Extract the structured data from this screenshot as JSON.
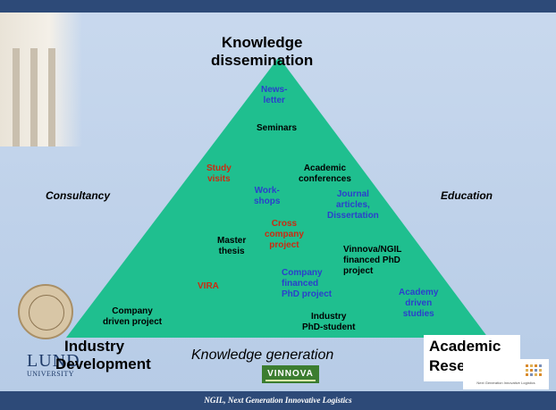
{
  "title": {
    "line1": "Knowledge",
    "line2": "dissemination"
  },
  "side_labels": {
    "left": "Consultancy",
    "right": "Education"
  },
  "corners": {
    "bottom_left": {
      "line1": "Industry",
      "line2": "Development"
    },
    "bottom_right": {
      "line1": "Academic",
      "line2": "Research"
    }
  },
  "bottom_caption": "Knowledge generation",
  "items": {
    "newsletter": {
      "line1": "News-",
      "line2": "letter"
    },
    "seminars": "Seminars",
    "study_visits": {
      "line1": "Study",
      "line2": "visits"
    },
    "academic_conferences": {
      "line1": "Academic",
      "line2": "conferences"
    },
    "workshops": {
      "line1": "Work-",
      "line2": "shops"
    },
    "journal": {
      "line1": "Journal",
      "line2": "articles,",
      "line3": "Dissertation"
    },
    "cross_company": {
      "line1": "Cross",
      "line2": "company",
      "line3": "project"
    },
    "master_thesis": {
      "line1": "Master",
      "line2": "thesis"
    },
    "vinnova_phd": {
      "line1": "Vinnova/NGIL",
      "line2": "financed  PhD",
      "line3": "project"
    },
    "vira": "VIRA",
    "company_financed": {
      "line1": "Company",
      "line2": "financed",
      "line3": "PhD project"
    },
    "academy_driven": {
      "line1": "Academy",
      "line2": "driven",
      "line3": "studies"
    },
    "company_driven": {
      "line1": "Company",
      "line2": "driven project"
    },
    "industry_phd": {
      "line1": "Industry",
      "line2": "PhD-student"
    }
  },
  "logos": {
    "lund_line1": "LUND",
    "lund_line2": "UNIVERSITY",
    "vinnova": "VINNOVA",
    "ngil_caption": "Next Generation Innovative Logistics"
  },
  "footer": "NGIL, Next Generation Innovative Logistics",
  "colors": {
    "triangle": "#1fbf8f",
    "background": "#c2d4ec",
    "footer_bar": "#2d4a78",
    "text_blue": "#2b3fcc",
    "text_red": "#cc2a10"
  }
}
